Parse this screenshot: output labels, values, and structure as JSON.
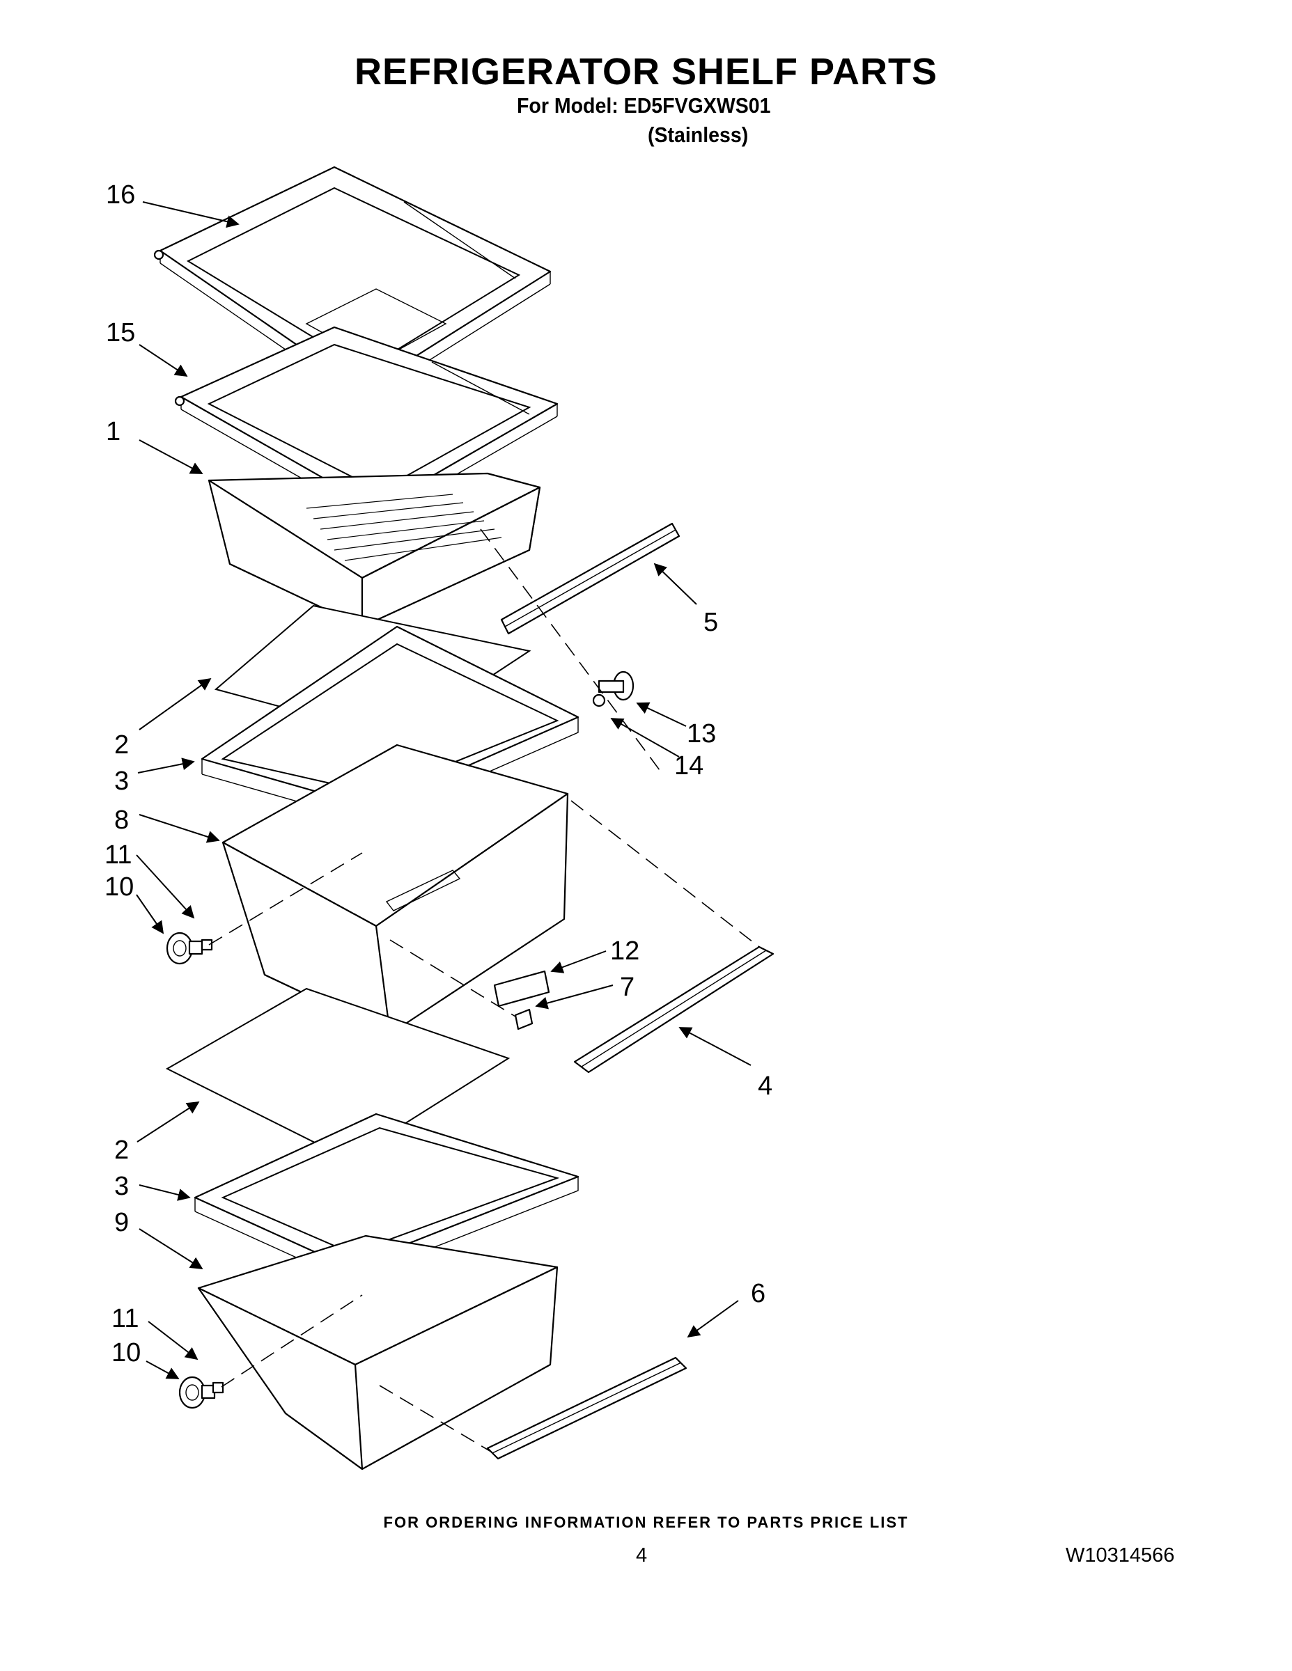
{
  "header": {
    "title": "REFRIGERATOR SHELF PARTS",
    "model_line": "For Model: ED5FVGXWS01",
    "finish_line": "(Stainless)"
  },
  "callouts": [
    "16",
    "15",
    "1",
    "5",
    "2",
    "3",
    "8",
    "11",
    "10",
    "13",
    "14",
    "12",
    "7",
    "4",
    "2",
    "3",
    "9",
    "11",
    "10",
    "6"
  ],
  "footer": {
    "note": "FOR ORDERING INFORMATION REFER TO PARTS PRICE LIST",
    "page_number": "4",
    "document_number": "W10314566"
  }
}
